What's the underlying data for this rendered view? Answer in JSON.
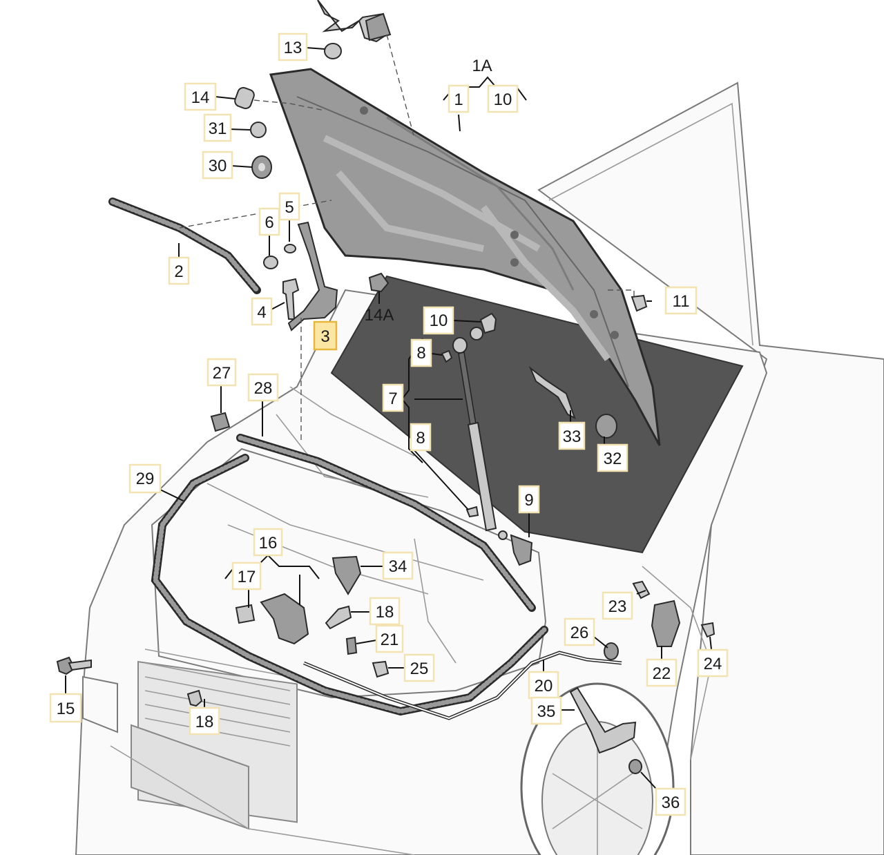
{
  "labels": {
    "l13": "13",
    "l1A": "1A",
    "l1": "1",
    "l10a": "10",
    "l14": "14",
    "l31": "31",
    "l30": "30",
    "l5": "5",
    "l6": "6",
    "l2": "2",
    "l4": "4",
    "l3": "3",
    "l14A": "14A",
    "l11": "11",
    "l10b": "10",
    "l8a": "8",
    "l7": "7",
    "l8b": "8",
    "l27": "27",
    "l28": "28",
    "l33": "33",
    "l32": "32",
    "l29": "29",
    "l9": "9",
    "l16": "16",
    "l17": "17",
    "l34": "34",
    "l18a": "18",
    "l21": "21",
    "l25": "25",
    "l23": "23",
    "l26": "26",
    "l22": "22",
    "l24": "24",
    "l15": "15",
    "l20": "20",
    "l35": "35",
    "l18b": "18",
    "l36": "36"
  },
  "colors": {
    "highlight": "#fbe6a3",
    "callout_border": "#f3e3b2",
    "line": "#111111"
  }
}
